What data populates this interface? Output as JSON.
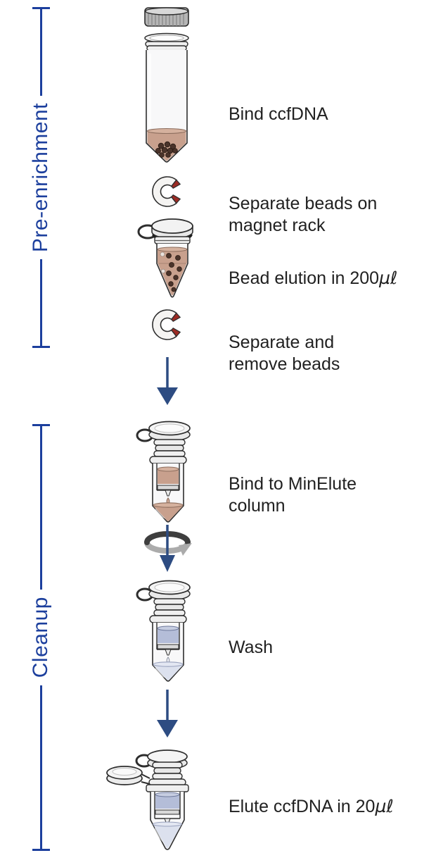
{
  "phases": [
    {
      "name": "Pre-enrichment"
    },
    {
      "name": "Cleanup"
    }
  ],
  "steps": [
    {
      "icon": "falcon-tube-with-beads",
      "label": "Bind ccfDNA"
    },
    {
      "icon": "horseshoe-magnet",
      "label": "Separate beads on\nmagnet rack"
    },
    {
      "icon": "microtube-bead-suspension",
      "label": "Bead elution in 200",
      "unit": "µℓ"
    },
    {
      "icon": "horseshoe-magnet",
      "label": "Separate and\nremove beads"
    },
    {
      "icon": "minelute-spin-column-tan",
      "label": "Bind to MinElute\ncolumn"
    },
    {
      "icon": "minelute-spin-column-blue",
      "label": "Wash"
    },
    {
      "icon": "spin-column-in-elution-tube",
      "label": "Elute ccfDNA in 20",
      "unit": "µℓ"
    }
  ],
  "colors": {
    "accent_blue": "#1c3f9d",
    "arrow_navy": "#2d4c82",
    "text_dark": "#212121",
    "liquid_tan": "#c8a08d",
    "liquid_tan_dark": "#8d6e5e",
    "bead_brown": "#4a332a",
    "magnet_red": "#9c2b24",
    "wash_blue": "#b4bdd8",
    "wash_blue_light": "#dce1ee",
    "cap_gray": "#b5b5b5",
    "outline": "#2e2e2e"
  }
}
